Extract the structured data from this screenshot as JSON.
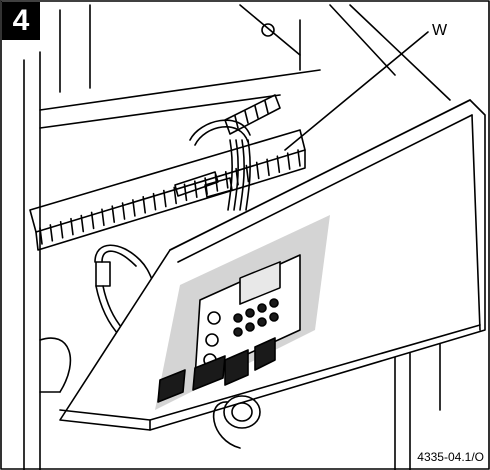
{
  "figure": {
    "step_number": "4",
    "callout_label": "W",
    "drawing_code": "4335-04.1/O"
  },
  "colors": {
    "line": "#000000",
    "background": "#ffffff",
    "panel_shade": "#d4d4d4",
    "key_dark": "#1a1a1a",
    "display_fill": "#e8e8e8"
  }
}
